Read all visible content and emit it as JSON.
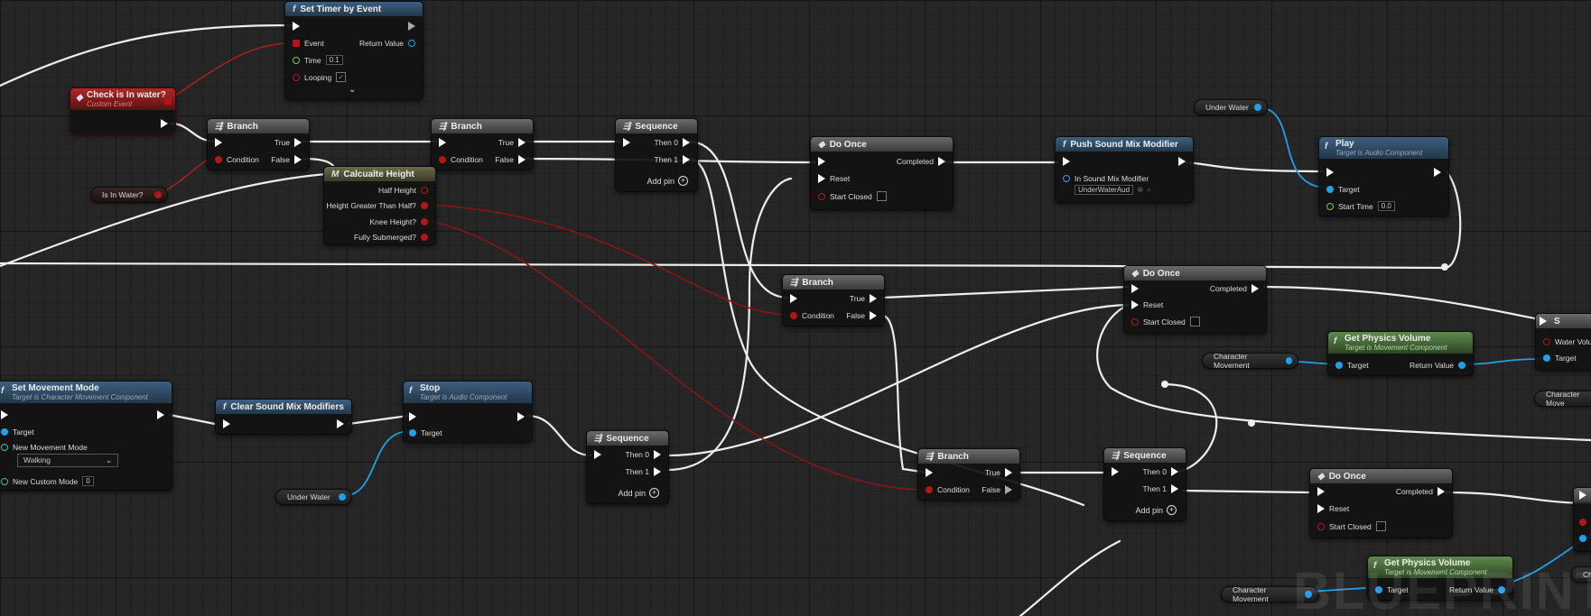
{
  "watermark": "BLUEPRINT",
  "nodes": {
    "set_timer": {
      "title": "Set Timer by Event",
      "event_label": "Event",
      "return_label": "Return Value",
      "time_label": "Time",
      "time_value": "0.1",
      "looping_label": "Looping"
    },
    "check_water": {
      "title": "Check is In water?",
      "subtitle": "Custom Event"
    },
    "branch1": {
      "title": "Branch",
      "true_label": "True",
      "false_label": "False",
      "condition_label": "Condition"
    },
    "branch2": {
      "title": "Branch",
      "true_label": "True",
      "false_label": "False",
      "condition_label": "Condition"
    },
    "sequence1": {
      "title": "Sequence",
      "then0": "Then 0",
      "then1": "Then 1",
      "addpin": "Add pin"
    },
    "do_once1": {
      "title": "Do Once",
      "completed": "Completed",
      "reset": "Reset",
      "start_closed": "Start Closed"
    },
    "push_sound": {
      "title": "Push Sound Mix Modifier",
      "mod_label": "In Sound Mix Modifier",
      "mod_value": "UnderWaterAud"
    },
    "play": {
      "title": "Play",
      "subtitle": "Target is Audio Component",
      "target": "Target",
      "start_time_label": "Start Time",
      "start_time_value": "0.0"
    },
    "calc_height": {
      "title": "Calcualte Height",
      "half": "Half Height",
      "greater": "Height Greater Than Half?",
      "knee": "Knee Height?",
      "submerged": "Fully Submerged?"
    },
    "branch3": {
      "title": "Branch",
      "true_label": "True",
      "false_label": "False",
      "condition_label": "Condition"
    },
    "do_once2": {
      "title": "Do Once",
      "completed": "Completed",
      "reset": "Reset",
      "start_closed": "Start Closed"
    },
    "get_phys1": {
      "title": "Get Physics Volume",
      "subtitle": "Target is Movement Component",
      "target": "Target",
      "return_label": "Return Value"
    },
    "set_water_partial": {
      "title": "S",
      "water_vol": "Water Volu",
      "target": "Target"
    },
    "set_move_mode": {
      "title": "Set Movement Mode",
      "subtitle": "Target is Character Movement Component",
      "target": "Target",
      "new_mode_label": "New Movement Mode",
      "new_mode_value": "Walking",
      "custom_label": "New Custom Mode",
      "custom_value": "0"
    },
    "clear_sound": {
      "title": "Clear Sound Mix Modifiers"
    },
    "stop": {
      "title": "Stop",
      "subtitle": "Target is Audio Component",
      "target": "Target"
    },
    "sequence2": {
      "title": "Sequence",
      "then0": "Then 0",
      "then1": "Then 1",
      "addpin": "Add pin"
    },
    "branch4": {
      "title": "Branch",
      "true_label": "True",
      "false_label": "False",
      "condition_label": "Condition"
    },
    "sequence3": {
      "title": "Sequence",
      "then0": "Then 0",
      "then1": "Then 1",
      "addpin": "Add pin"
    },
    "do_once3": {
      "title": "Do Once",
      "completed": "Completed",
      "reset": "Reset",
      "start_closed": "Start Closed"
    },
    "get_phys2": {
      "title": "Get Physics Volume",
      "subtitle": "Target is Movement Component",
      "target": "Target",
      "return_label": "Return Value"
    }
  },
  "variables": {
    "is_in_water": "Is In Water?",
    "under_water_top": "Under Water",
    "under_water_bottom": "Under Water",
    "char_move1": "Character Movement",
    "char_move2": "Character Movement",
    "char_move_partial": "Character Move",
    "ch_partial": "Ch"
  }
}
